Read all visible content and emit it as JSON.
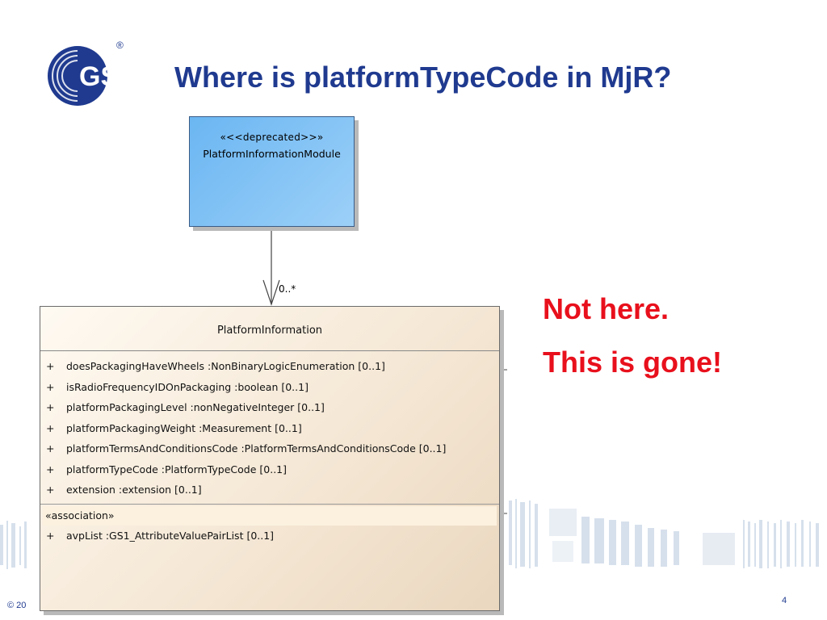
{
  "slide": {
    "title": "Where is platformTypeCode in MjR?",
    "logo": {
      "brand_text": "GS1",
      "registered_mark": "®",
      "brand_color": "#1f3a8f"
    },
    "notes": [
      "Not here.",
      "This is gone!"
    ],
    "note_color": "#e8101c",
    "footer": {
      "copyright": "© 20",
      "page_number": "4"
    }
  },
  "diagram": {
    "module": {
      "stereotype": "«<<deprecated>>»",
      "name": "PlatformInformationModule",
      "fill_color": "#80c1f5"
    },
    "association": {
      "multiplicity": "0..*"
    },
    "class": {
      "name": "PlatformInformation",
      "attributes": [
        {
          "vis": "+",
          "text": "doesPackagingHaveWheels  :NonBinaryLogicEnumeration [0..1]"
        },
        {
          "vis": "+",
          "text": "isRadioFrequencyIDOnPackaging  :boolean [0..1]"
        },
        {
          "vis": "+",
          "text": "platformPackagingLevel  :nonNegativeInteger [0..1]"
        },
        {
          "vis": "+",
          "text": "platformPackagingWeight  :Measurement [0..1]"
        },
        {
          "vis": "+",
          "text": "platformTermsAndConditionsCode  :PlatformTermsAndConditionsCode [0..1]"
        },
        {
          "vis": "+",
          "text": "platformTypeCode  :PlatformTypeCode [0..1]"
        },
        {
          "vis": "+",
          "text": "extension  :extension [0..1]"
        }
      ],
      "association_stereotype": "«association»",
      "association_attributes": [
        {
          "vis": "+",
          "text": "avpList  :GS1_AttributeValuePairList [0..1]"
        }
      ]
    }
  }
}
